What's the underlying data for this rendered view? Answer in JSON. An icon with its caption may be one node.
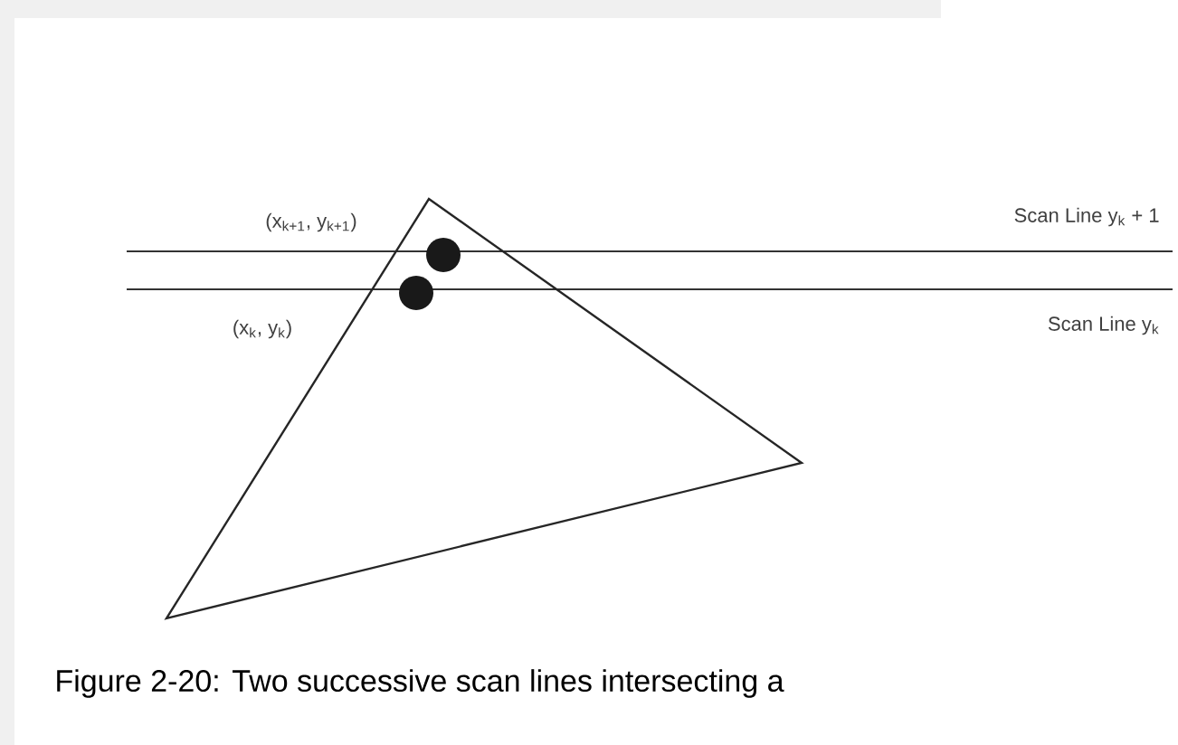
{
  "diagram": {
    "caption": "Figure 2-20: Two successive scan lines intersecting a",
    "labels": [
      "(x$_{k+1}$, y$_{k+1}$)",
      "Scan Line y$_{k}$ + 1",
      "(x$_{k}$, y$_{k}$)",
      "Scan Line y$_{k}$"
    ]
  }
}
